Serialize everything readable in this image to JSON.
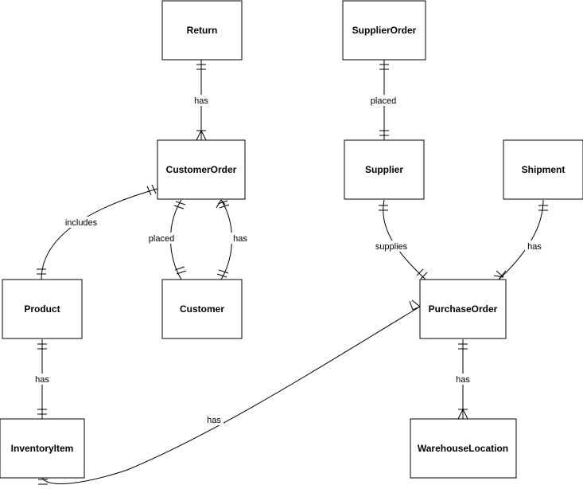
{
  "entities": {
    "return": "Return",
    "supplier_order": "SupplierOrder",
    "customer_order": "CustomerOrder",
    "supplier": "Supplier",
    "shipment": "Shipment",
    "product": "Product",
    "customer": "Customer",
    "purchase_order": "PurchaseOrder",
    "inventory_item": "InventoryItem",
    "warehouse_location": "WarehouseLocation"
  },
  "relationships": {
    "return_has": "has",
    "supplierorder_placed": "placed",
    "customerorder_includes": "includes",
    "customer_placed": "placed",
    "customer_has": "has",
    "supplier_supplies": "supplies",
    "shipment_has": "has",
    "product_has": "has",
    "inventory_has": "has",
    "purchaseorder_has": "has"
  },
  "colors": {
    "stroke": "#000000",
    "fill": "#ffffff"
  }
}
